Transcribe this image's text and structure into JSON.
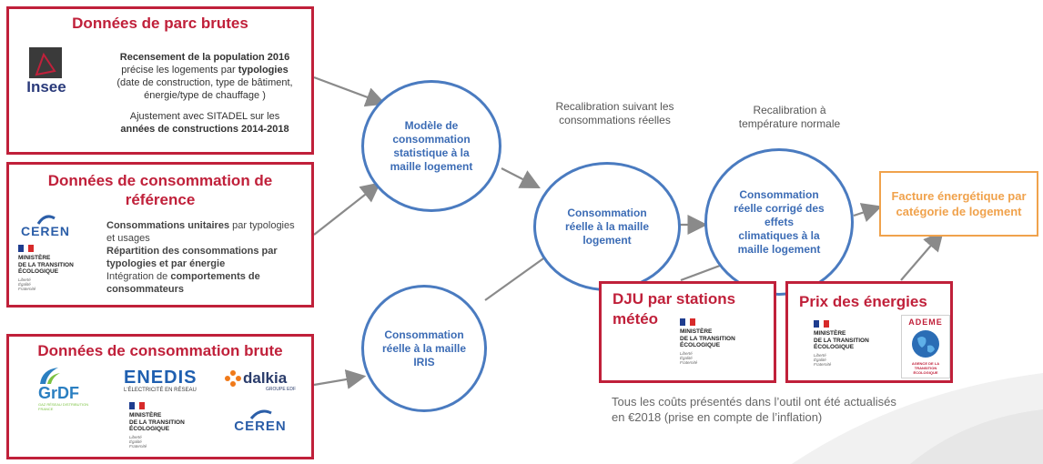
{
  "box_parc": {
    "title": "Données de parc brutes",
    "line1": "Recensement de la population 2016",
    "line2a": "précise les logements par ",
    "line2b": "typologies",
    "line3": "(date de construction, type de bâtiment,",
    "line4": "énergie/type de chauffage )",
    "line5": "Ajustement avec SITADEL sur les",
    "line6": "années de constructions 2014-2018",
    "logo": "Insee"
  },
  "box_reference": {
    "title1": "Données de consommation de",
    "title2": "référence",
    "l1a": "Consommations unitaires",
    "l1b": " par typologies",
    "l2": "et usages",
    "l3": "Répartition des consommations par",
    "l4": "typologies et par énergie",
    "l5a": "Intégration de ",
    "l5b": "comportements de",
    "l6": "consommateurs",
    "logo_ceren": "CEREN"
  },
  "box_brute": {
    "title": "Données de consommation brute",
    "logo_grdf": "GrDF",
    "logo_grdf_sub": "GAZ RÉSEAU DISTRIBUTION FRANCE",
    "logo_enedis": "ENEDIS",
    "logo_enedis_sub": "L'ÉLECTRICITÉ EN RÉSEAU",
    "logo_dalkia": "dalkia",
    "logo_dalkia_sub": "GROUPE EDF",
    "logo_ceren": "CEREN"
  },
  "ministere": {
    "l1": "MINISTÈRE",
    "l2": "DE LA TRANSITION",
    "l3": "ÉCOLOGIQUE",
    "m1": "Liberté",
    "m2": "Égalité",
    "m3": "Fraternité"
  },
  "nodes": {
    "modele": "Modèle de consommation statistique à la maille logement",
    "iris": "Consommation réelle à la maille IRIS",
    "reelle": "Consommation réelle à la maille logement",
    "corrige": "Consommation réelle corrigé des effets climatiques à la maille logement"
  },
  "labels": {
    "recalib1": "Recalibration suivant les consommations réelles",
    "recalib2": "Recalibration à température normale"
  },
  "facture": "Facture énergétique par catégorie de logement",
  "dju": {
    "title1": "DJU par stations",
    "title2": "météo"
  },
  "prix": {
    "title": "Prix des énergies",
    "ademe": "ADEME",
    "ademe_sub": "AGENCE DE LA TRANSITION ÉCOLOGIQUE"
  },
  "note": {
    "l1": "Tous les coûts présentés dans l’outil ont été actualisés",
    "l2": "en €2018 (prise en compte de l’inflation)"
  },
  "colors": {
    "red": "#c0203a",
    "blue": "#4a7bc0",
    "orange": "#f0a24c",
    "arrow": "#8a8a8a"
  }
}
